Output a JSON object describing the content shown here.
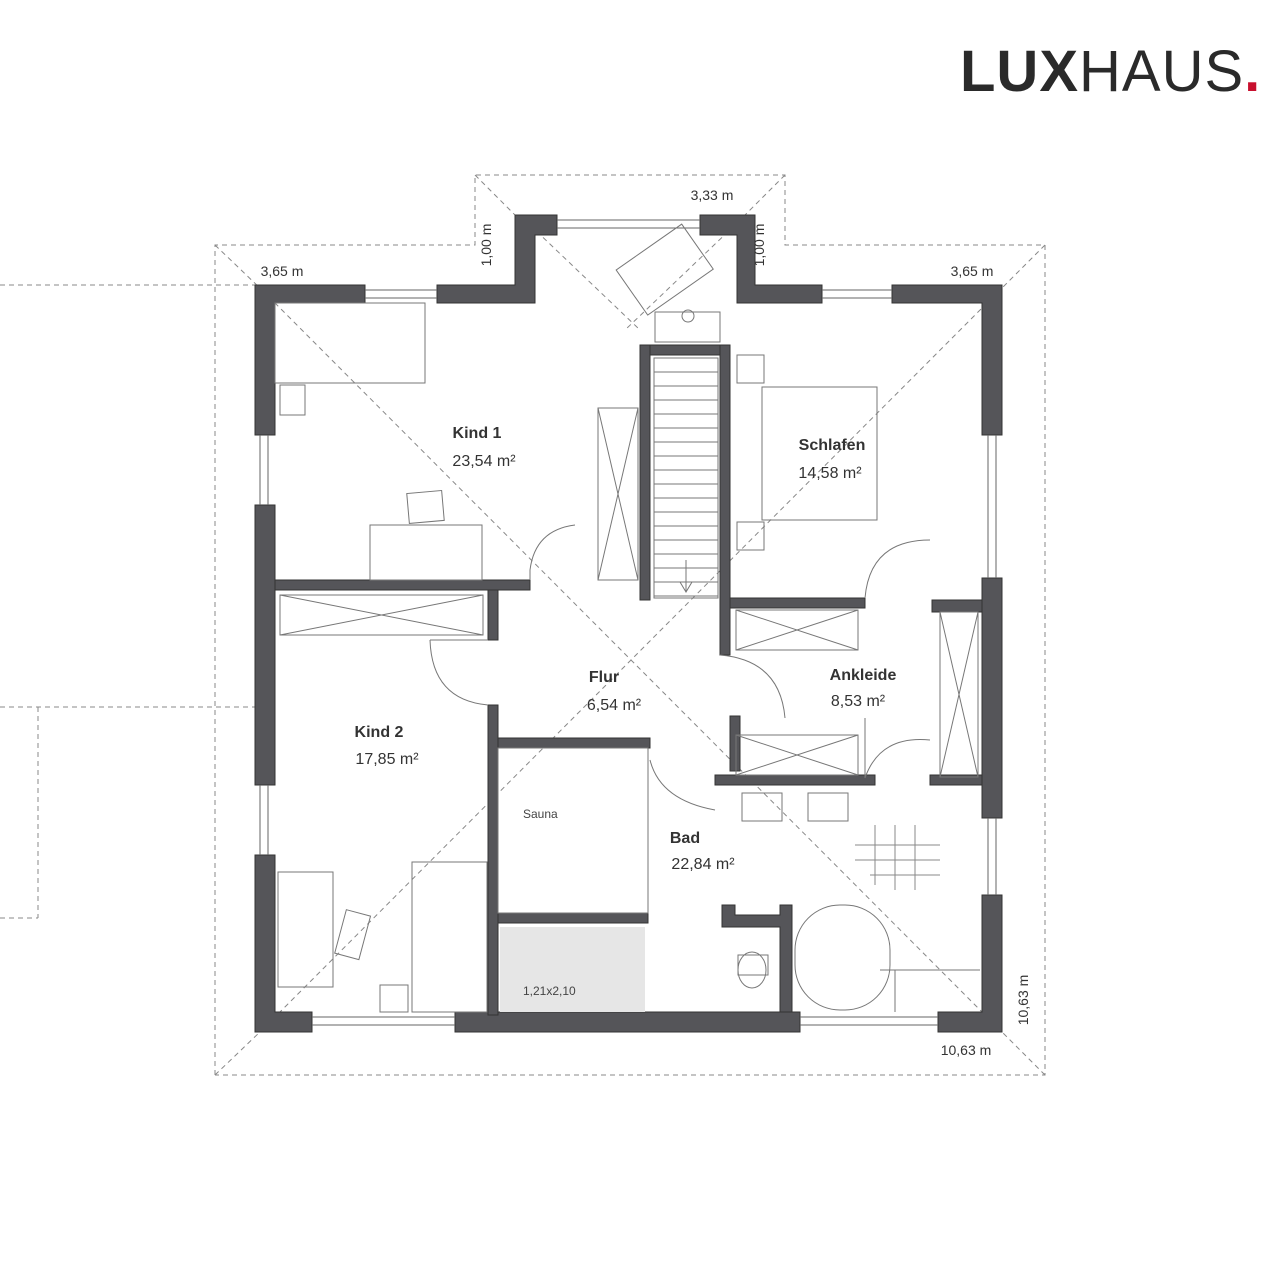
{
  "brand": {
    "name_bold": "LUX",
    "name_light": "HAUS",
    "dot": ".",
    "dot_color": "#c8102e"
  },
  "colors": {
    "wall": "#555559",
    "wall_stroke": "#333333",
    "line": "#777777",
    "shade": "#e6e6e6"
  },
  "rooms": [
    {
      "id": "kind1",
      "name": "Kind 1",
      "area": "23,54 m²"
    },
    {
      "id": "schlafen",
      "name": "Schlafen",
      "area": "14,58 m²"
    },
    {
      "id": "flur",
      "name": "Flur",
      "area": "6,54 m²"
    },
    {
      "id": "ankleide",
      "name": "Ankleide",
      "area": "8,53 m²"
    },
    {
      "id": "kind2",
      "name": "Kind 2",
      "area": "17,85 m²"
    },
    {
      "id": "bad",
      "name": "Bad",
      "area": "22,84 m²"
    }
  ],
  "labels": {
    "sauna": "Sauna",
    "shower": "1,21x2,10"
  },
  "dimensions": {
    "top_bay": "3,33 m",
    "bay_left_depth": "1,00 m",
    "bay_right_depth": "1,00 m",
    "left_wing": "3,65 m",
    "right_wing": "3,65 m",
    "total_width": "10,63 m",
    "total_depth": "10,63 m"
  }
}
